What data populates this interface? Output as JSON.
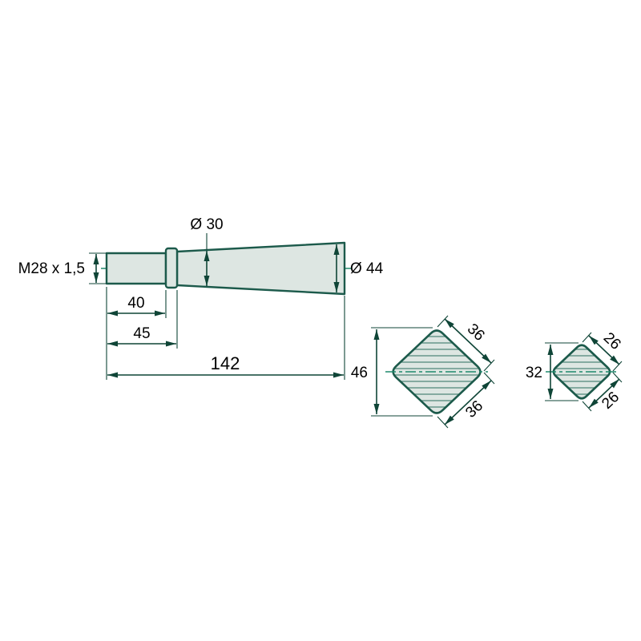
{
  "colors": {
    "background": "#ffffff",
    "fill": "#dde6e2",
    "outline": "#1c5a4b",
    "centerline": "#1f8a6d",
    "hatch": "#5e9183",
    "dimension": "#0f4537",
    "text": "#000000"
  },
  "side_view": {
    "thread_label": "M28 x 1,5",
    "dia_30": "Ø 30",
    "dia_44": "Ø 44",
    "dim_40": "40",
    "dim_45": "45",
    "dim_142": "142"
  },
  "cross_section_large": {
    "height": "46",
    "edge_top": "36",
    "edge_bottom": "36"
  },
  "cross_section_small": {
    "height": "32",
    "edge_top": "26",
    "edge_bottom": "26"
  }
}
